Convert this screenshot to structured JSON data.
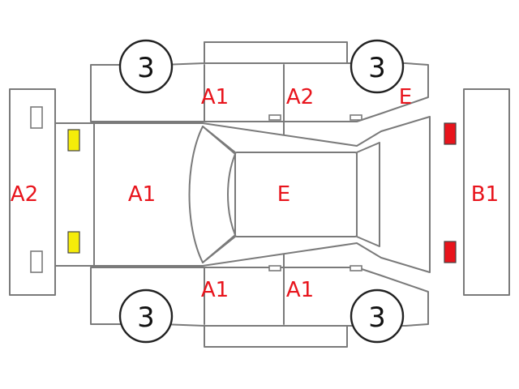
{
  "labels": {
    "front_bumper": "A2",
    "hood": "A1",
    "roof": "E",
    "rear_bumper": "B1",
    "top_front_door": "A1",
    "top_rear_door": "A2",
    "top_rear_fender": "E",
    "bottom_front_door": "A1",
    "bottom_rear_door": "A1"
  },
  "tires": {
    "top_left": "3",
    "top_right": "3",
    "bottom_left": "3",
    "bottom_right": "3"
  },
  "colors": {
    "label": "#e8141c",
    "front_lamps": "#f5ec0a",
    "rear_lamps": "#e8141c",
    "outline": "#7a7a7a"
  }
}
